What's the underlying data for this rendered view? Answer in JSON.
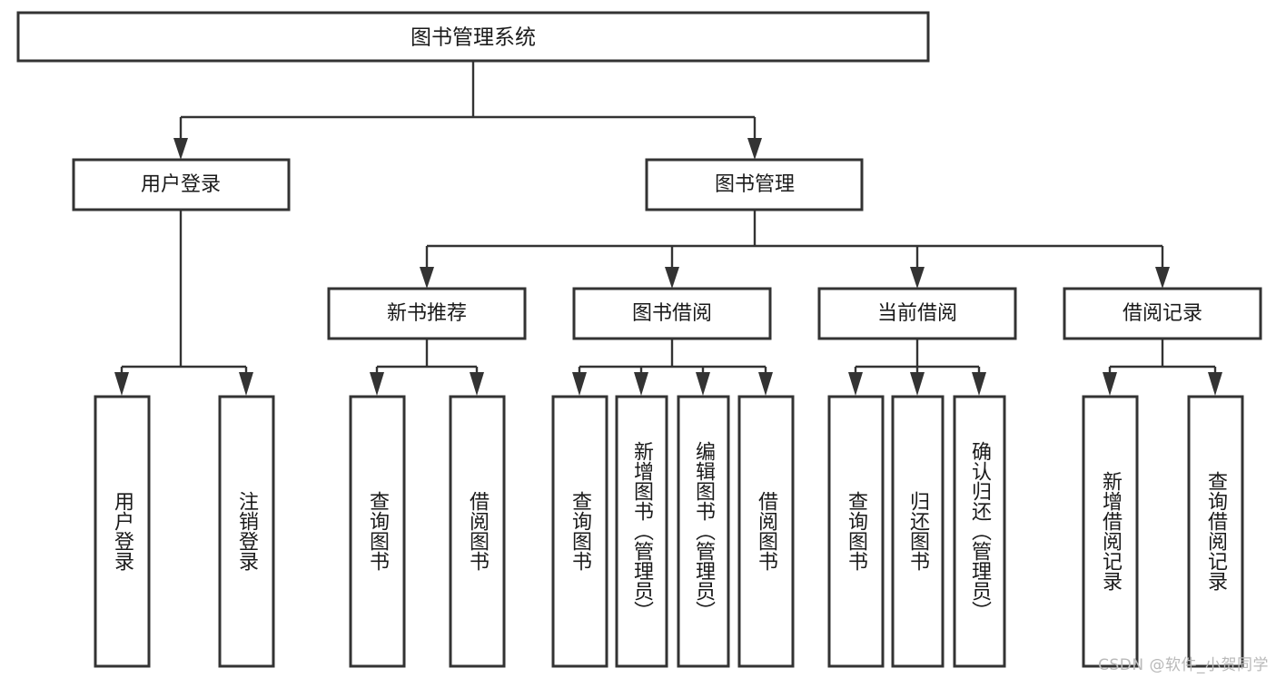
{
  "diagram": {
    "type": "tree-hierarchy",
    "orientation": "top-down",
    "title": "图书管理系统",
    "levels": 4,
    "root": {
      "id": "root",
      "label": "图书管理系统",
      "level": 0
    },
    "level1": [
      {
        "id": "user-login",
        "label": "用户登录",
        "level": 1
      },
      {
        "id": "book-manage",
        "label": "图书管理",
        "level": 1
      }
    ],
    "level2": [
      {
        "id": "new-book-recommend",
        "label": "新书推荐",
        "level": 2,
        "parent": "book-manage"
      },
      {
        "id": "book-borrow",
        "label": "图书借阅",
        "level": 2,
        "parent": "book-manage"
      },
      {
        "id": "current-borrow",
        "label": "当前借阅",
        "level": 2,
        "parent": "book-manage"
      },
      {
        "id": "borrow-record",
        "label": "借阅记录",
        "level": 2,
        "parent": "book-manage"
      }
    ],
    "leaves": {
      "user_login": [
        {
          "id": "leaf-user-login",
          "label": "用户登录"
        },
        {
          "id": "leaf-user-logout",
          "label": "注销登录"
        }
      ],
      "new_book_recommend": [
        {
          "id": "leaf-query-book-1",
          "label": "查询图书"
        },
        {
          "id": "leaf-borrow-book-1",
          "label": "借阅图书"
        }
      ],
      "book_borrow": [
        {
          "id": "leaf-query-book-2",
          "label": "查询图书"
        },
        {
          "id": "leaf-add-book",
          "label": "新增图书（管理员）"
        },
        {
          "id": "leaf-edit-book",
          "label": "编辑图书（管理员）"
        },
        {
          "id": "leaf-borrow-book-2",
          "label": "借阅图书"
        }
      ],
      "current_borrow": [
        {
          "id": "leaf-query-book-3",
          "label": "查询图书"
        },
        {
          "id": "leaf-return-book",
          "label": "归还图书"
        },
        {
          "id": "leaf-confirm-return",
          "label": "确认归还（管理员）"
        }
      ],
      "borrow_record": [
        {
          "id": "leaf-add-record",
          "label": "新增借阅记录"
        },
        {
          "id": "leaf-query-record",
          "label": "查询借阅记录"
        }
      ]
    }
  },
  "watermark": {
    "text": "CSDN @软件_小贺同学"
  },
  "colors": {
    "box_fill": "#ffffff",
    "box_stroke": "#333333",
    "text": "#1a1a1a",
    "background": "#ffffff",
    "watermark": "#b9b9b9"
  }
}
